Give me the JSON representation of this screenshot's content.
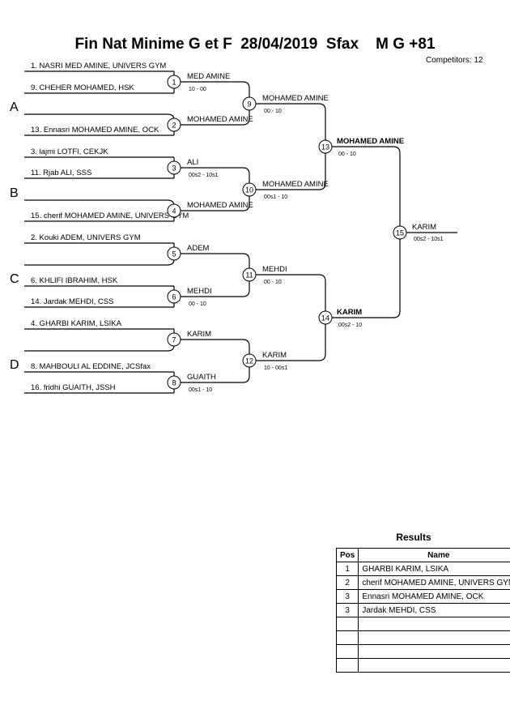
{
  "header": {
    "title": "Fin Nat Minime G et F  28/04/2019  Sfax    M G +81",
    "competitors": "Competitors: 12"
  },
  "pools": [
    "A",
    "B",
    "C",
    "D"
  ],
  "entrants": [
    "1. NASRI MED AMINE, UNIVERS GYM",
    "9. CHEHER MOHAMED, HSK",
    "13. Ennasri MOHAMED AMINE, OCK",
    "3. lajmi LOTFI, CEKJK",
    "11. Rjab ALI, SSS",
    "15. cherif MOHAMED AMINE, UNIVERS GYM",
    "2. Kouki ADEM, UNIVERS GYM",
    "6. KHLIFI IBRAHIM, HSK",
    "14. Jardak MEHDI, CSS",
    "4. GHARBI KARIM, LSIKA",
    "8. MAHBOULI AL EDDINE, JCSfax",
    "16. fridhi GUAITH, JSSH"
  ],
  "matches": [
    {
      "no": "1",
      "winner": "MED AMINE",
      "score": "10 - 00"
    },
    {
      "no": "2",
      "winner": "MOHAMED AMINE",
      "score": ""
    },
    {
      "no": "3",
      "winner": "ALI",
      "score": "00s2 - 10s1"
    },
    {
      "no": "4",
      "winner": "MOHAMED AMINE",
      "score": ""
    },
    {
      "no": "5",
      "winner": "ADEM",
      "score": ""
    },
    {
      "no": "6",
      "winner": "MEHDI",
      "score": "00 - 10"
    },
    {
      "no": "7",
      "winner": "KARIM",
      "score": ""
    },
    {
      "no": "8",
      "winner": "GUAITH",
      "score": "00s1 - 10"
    },
    {
      "no": "9",
      "winner": "MOHAMED AMINE",
      "score": "00 - 10"
    },
    {
      "no": "10",
      "winner": "MOHAMED AMINE",
      "score": "00s1 - 10"
    },
    {
      "no": "11",
      "winner": "MEHDI",
      "score": "00 - 10"
    },
    {
      "no": "12",
      "winner": "KARIM",
      "score": "10 - 00s1"
    },
    {
      "no": "13",
      "winner": "MOHAMED AMINE",
      "score": "00 - 10"
    },
    {
      "no": "14",
      "winner": "KARIM",
      "score": "00s2 - 10"
    },
    {
      "no": "15",
      "winner": "KARIM",
      "score": "00s2 - 10s1"
    }
  ],
  "results": {
    "title": "Results",
    "headers": [
      "Pos",
      "Name"
    ],
    "rows": [
      {
        "pos": "1",
        "name": "GHARBI KARIM, LSIKA"
      },
      {
        "pos": "2",
        "name": "cherif MOHAMED AMINE, UNIVERS GYM"
      },
      {
        "pos": "3",
        "name": "Ennasri MOHAMED AMINE, OCK"
      },
      {
        "pos": "3",
        "name": "Jardak MEHDI, CSS"
      },
      {
        "pos": "",
        "name": ""
      },
      {
        "pos": "",
        "name": ""
      },
      {
        "pos": "",
        "name": ""
      },
      {
        "pos": "",
        "name": ""
      }
    ]
  }
}
